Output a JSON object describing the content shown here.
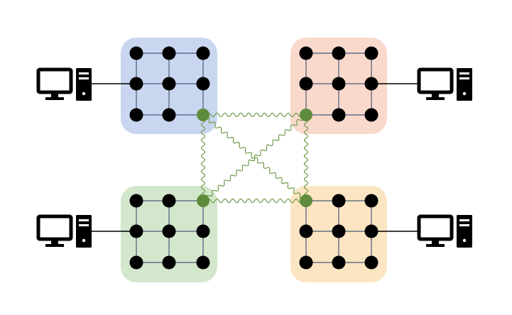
{
  "modules": [
    {
      "id": "top-left",
      "fill": "#c9d6ef"
    },
    {
      "id": "top-right",
      "fill": "#f9d9cc"
    },
    {
      "id": "bottom-left",
      "fill": "#d3e7cd"
    },
    {
      "id": "bottom-right",
      "fill": "#fbe5c2"
    }
  ],
  "grid_size": 3,
  "colors": {
    "node": "#000000",
    "grid_line": "#4a5a7a",
    "port_node": "#5e8c3c",
    "entangling_link": "#6f9b4c",
    "computer": "#000000"
  },
  "icons": [
    "computer-icon"
  ],
  "links": [
    {
      "from": "top-left",
      "to": "top-right"
    },
    {
      "from": "top-left",
      "to": "bottom-left"
    },
    {
      "from": "top-left",
      "to": "bottom-right"
    },
    {
      "from": "top-right",
      "to": "bottom-left"
    },
    {
      "from": "top-right",
      "to": "bottom-right"
    },
    {
      "from": "bottom-left",
      "to": "bottom-right"
    }
  ]
}
